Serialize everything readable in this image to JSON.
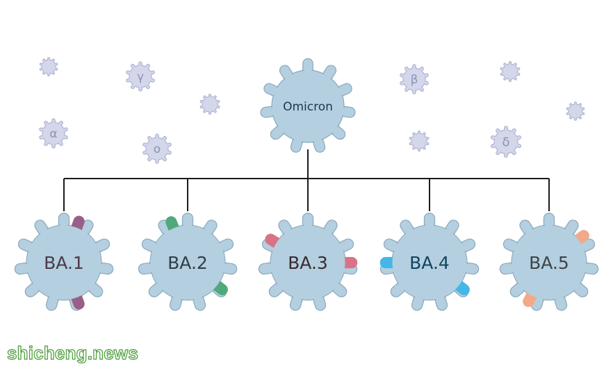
{
  "diagram": {
    "root": {
      "label": "Omicron"
    },
    "subvariants": [
      {
        "label": "BA.1",
        "text_color": "#4a3a4a",
        "marks": [
          {
            "angle": -70,
            "color": "#9a5f88"
          },
          {
            "angle": 70,
            "color": "#9a5f88"
          }
        ]
      },
      {
        "label": "BA.2",
        "text_color": "#2f3f4a",
        "marks": [
          {
            "angle": -112,
            "color": "#4fa97c"
          },
          {
            "angle": 38,
            "color": "#4fa97c"
          }
        ]
      },
      {
        "label": "BA.3",
        "text_color": "#3a2a30",
        "marks": [
          {
            "angle": -148,
            "color": "#d87287"
          },
          {
            "angle": 0,
            "color": "#d87287"
          }
        ]
      },
      {
        "label": "BA.4",
        "text_color": "#12455f",
        "marks": [
          {
            "angle": 180,
            "color": "#45b6e6"
          },
          {
            "angle": 38,
            "color": "#45b6e6"
          }
        ]
      },
      {
        "label": "BA.5",
        "text_color": "#3d4448",
        "marks": [
          {
            "angle": -38,
            "color": "#f1a98a"
          },
          {
            "angle": 118,
            "color": "#f1a98a"
          }
        ]
      }
    ],
    "background_viruses": [
      {
        "label": ""
      },
      {
        "label": "γ"
      },
      {
        "label": ""
      },
      {
        "label": "α"
      },
      {
        "label": "ο"
      },
      {
        "label": "β"
      },
      {
        "label": ""
      },
      {
        "label": ""
      },
      {
        "label": ""
      },
      {
        "label": "δ"
      }
    ],
    "colors": {
      "virus_fill": "#b4cfdf",
      "virus_stroke": "#8aa8bc",
      "small_virus_fill": "#d4d6ea",
      "small_virus_stroke": "#b0b4d4",
      "small_label": "#8d92b5",
      "connector": "#1a1a1a"
    }
  },
  "watermark": {
    "text": "shicheng.news"
  }
}
